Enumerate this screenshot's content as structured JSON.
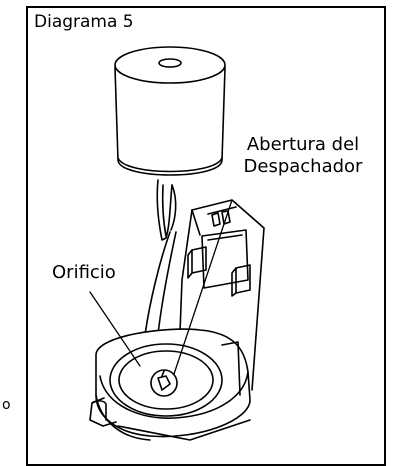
{
  "diagram": {
    "title": "Diagrama 5",
    "labels": {
      "opening_line1": "Abertura del",
      "opening_line2": "Despachador",
      "hole": "Orificio"
    }
  },
  "icons": {
    "roll": "paper-towel-roll-icon",
    "dispenser": "dispenser-base-icon"
  },
  "colors": {
    "stroke": "#000000",
    "background": "#ffffff"
  },
  "edge_mark": "o"
}
